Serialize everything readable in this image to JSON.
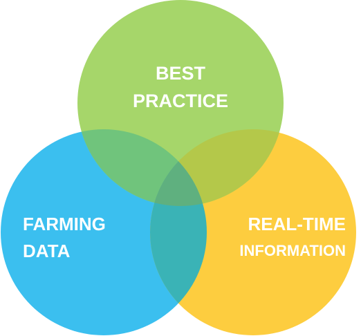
{
  "venn": {
    "circles": [
      {
        "id": "best-practice",
        "label_lines": [
          "BEST",
          "PRACTICE"
        ],
        "color": "#a6d66a"
      },
      {
        "id": "farming-data",
        "label_lines": [
          "FARMING",
          "DATA"
        ],
        "color": "#3bbfef"
      },
      {
        "id": "real-time-information",
        "label_lines": [
          "REAL-TIME",
          "INFORMATION"
        ],
        "color": "#fdcd3f"
      }
    ],
    "overlap_colors": {
      "best_farming": "#70c47c",
      "best_realtime": "#b4c84a",
      "farming_realtime": "#3ab3b6",
      "center": "#5fb07f"
    }
  }
}
